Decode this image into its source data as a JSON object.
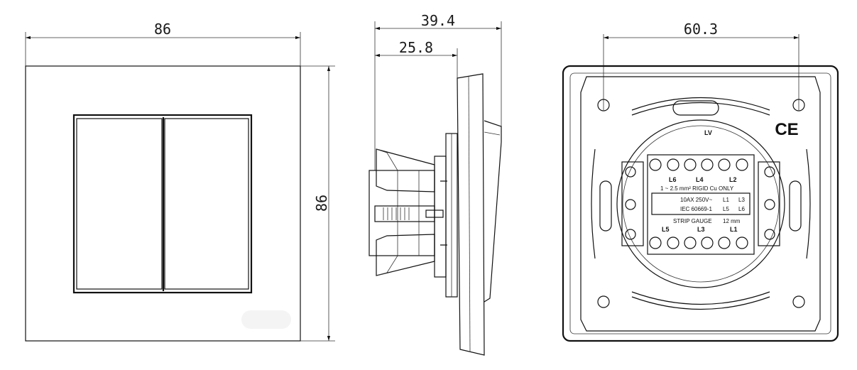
{
  "front_view": {
    "width_dim": "86",
    "height_dim": "86"
  },
  "side_view": {
    "overall_depth_dim": "39.4",
    "body_depth_dim": "25.8"
  },
  "back_view": {
    "mount_spacing_dim": "60.3",
    "ce_mark": "CE",
    "terminals_top": [
      "L6",
      "L4",
      "L2"
    ],
    "terminals_bottom": [
      "L5",
      "L3",
      "L1"
    ],
    "lv_label": "LV",
    "wire_spec": "1 ~ 2.5 mm² RIGID Cu ONLY",
    "rating_line1": "10AX 250V~",
    "rating_line2": "IEC 60669-1",
    "strip_gauge": "STRIP GAUGE",
    "strip_len": "12 mm",
    "circuit_l1": "L1",
    "circuit_l3": "L3",
    "circuit_l5": "L5",
    "circuit_l6": "L6"
  }
}
